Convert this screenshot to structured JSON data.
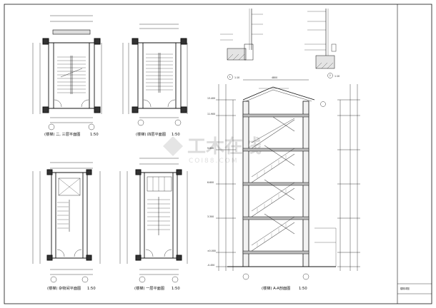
{
  "sheet": {
    "title_block_text": "楼梯详图"
  },
  "plans": [
    {
      "id": "plan-2-3",
      "caption": "(楼梯) 二, 三层平面图",
      "scale": "1:50"
    },
    {
      "id": "plan-4",
      "caption": "(楼梯) 四层平面图",
      "scale": "1:50"
    },
    {
      "id": "plan-roof",
      "caption": "(楼梯) 杂物间平面图",
      "scale": "1:50"
    },
    {
      "id": "plan-1",
      "caption": "(楼梯) 一层平面图",
      "scale": "1:50"
    }
  ],
  "section": {
    "caption": "(楼梯) A-A剖面图",
    "scale": "1:50",
    "top_dim": "4800",
    "floor_levels": [
      "13.400",
      "11.900",
      "9.800",
      "6.600",
      "3.300",
      "±0.000",
      "-0.450"
    ]
  },
  "details": [
    {
      "id": "detail-1",
      "marker": "1",
      "scale": "1:10"
    },
    {
      "id": "detail-2",
      "marker": "2",
      "scale": "1:10"
    }
  ],
  "watermark": {
    "brand": "工木在线",
    "sub": "COI88.COM"
  },
  "colors": {
    "line": "#111111",
    "hatch": "#555555",
    "watermark": "#d9d9d9"
  }
}
